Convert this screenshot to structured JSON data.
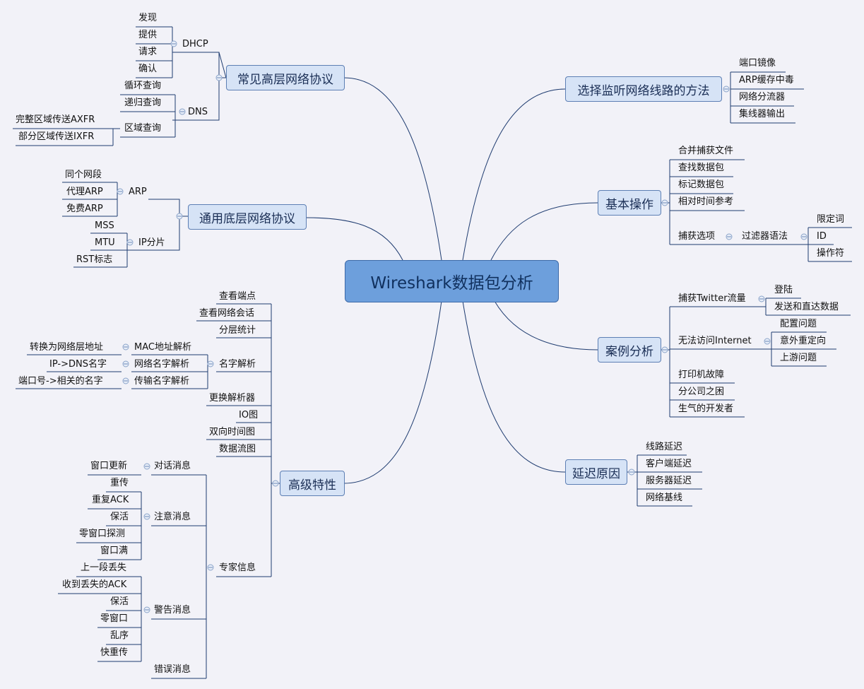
{
  "center": "Wireshark数据包分析",
  "nodes": {
    "b_common_high": "常见高层网络协议",
    "dhcp": "DHCP",
    "dhcp_discover": "发现",
    "dhcp_offer": "提供",
    "dhcp_request": "请求",
    "dhcp_ack": "确认",
    "dns": "DNS",
    "dns_recursive_loop": "循环查询",
    "dns_recursive": "递归查询",
    "dns_zone": "区域查询",
    "axfr": "完整区域传送AXFR",
    "ixfr": "部分区域传送IXFR",
    "b_common_low": "通用底层网络协议",
    "arp": "ARP",
    "arp_same": "同个网段",
    "arp_proxy": "代理ARP",
    "arp_free": "免费ARP",
    "ipfrag": "IP分片",
    "mss": "MSS",
    "mtu": "MTU",
    "rst": "RST标志",
    "b_advanced": "高级特性",
    "adv_endpoints": "查看端点",
    "adv_conv": "查看网络会话",
    "adv_hier": "分层统计",
    "adv_name": "名字解析",
    "mac_res": "MAC地址解析",
    "mac_desc": "转换为网络层地址",
    "net_res": "网络名字解析",
    "net_desc": "IP->DNS名字",
    "trans_res": "传输名字解析",
    "trans_desc": "端口号->相关的名字",
    "adv_resolver": "更换解析器",
    "adv_io": "IO图",
    "adv_rtt": "双向时间图",
    "adv_flow": "数据流图",
    "adv_expert": "专家信息",
    "exp_chat": "对话消息",
    "chat_win": "窗口更新",
    "exp_note": "注意消息",
    "note_retrans": "重传",
    "note_dupack": "重复ACK",
    "note_keepalive": "保活",
    "note_zwp": "零窗口探测",
    "note_full": "窗口满",
    "exp_warn": "警告消息",
    "warn_lost": "上一段丢失",
    "warn_acklost": "收到丢失的ACK",
    "warn_keepalive": "保活",
    "warn_zero": "零窗口",
    "warn_ooo": "乱序",
    "warn_fast": "快重传",
    "exp_error": "错误消息",
    "b_tap": "选择监听网络线路的方法",
    "tap_mirror": "端口镜像",
    "tap_arp": "ARP缓存中毒",
    "tap_tap": "网络分流器",
    "tap_hub": "集线器输出",
    "b_basic": "基本操作",
    "basic_merge": "合并捕获文件",
    "basic_find": "查找数据包",
    "basic_mark": "标记数据包",
    "basic_time": "相对时间参考",
    "basic_cap": "捕获选项",
    "basic_filter": "过滤器语法",
    "filter_qual": "限定词",
    "filter_id": "ID",
    "filter_op": "操作符",
    "b_case": "案例分析",
    "case_tw": "捕获Twitter流量",
    "tw_login": "登陆",
    "tw_send": "发送和直达数据",
    "case_net": "无法访问Internet",
    "net_conf": "配置问题",
    "net_redirect": "意外重定向",
    "net_upstream": "上游问题",
    "case_printer": "打印机故障",
    "case_branch": "分公司之困",
    "case_dev": "生气的开发者",
    "b_latency": "延迟原因",
    "lat_wire": "线路延迟",
    "lat_client": "客户端延迟",
    "lat_server": "服务器延迟",
    "lat_baseline": "网络基线"
  },
  "colors": {
    "background": "#f2f2f8",
    "center_fill": "#6d9fdc",
    "branch_fill": "#d6e3f6",
    "branch_border": "#5d7fb4",
    "line": "#1f3c70"
  }
}
